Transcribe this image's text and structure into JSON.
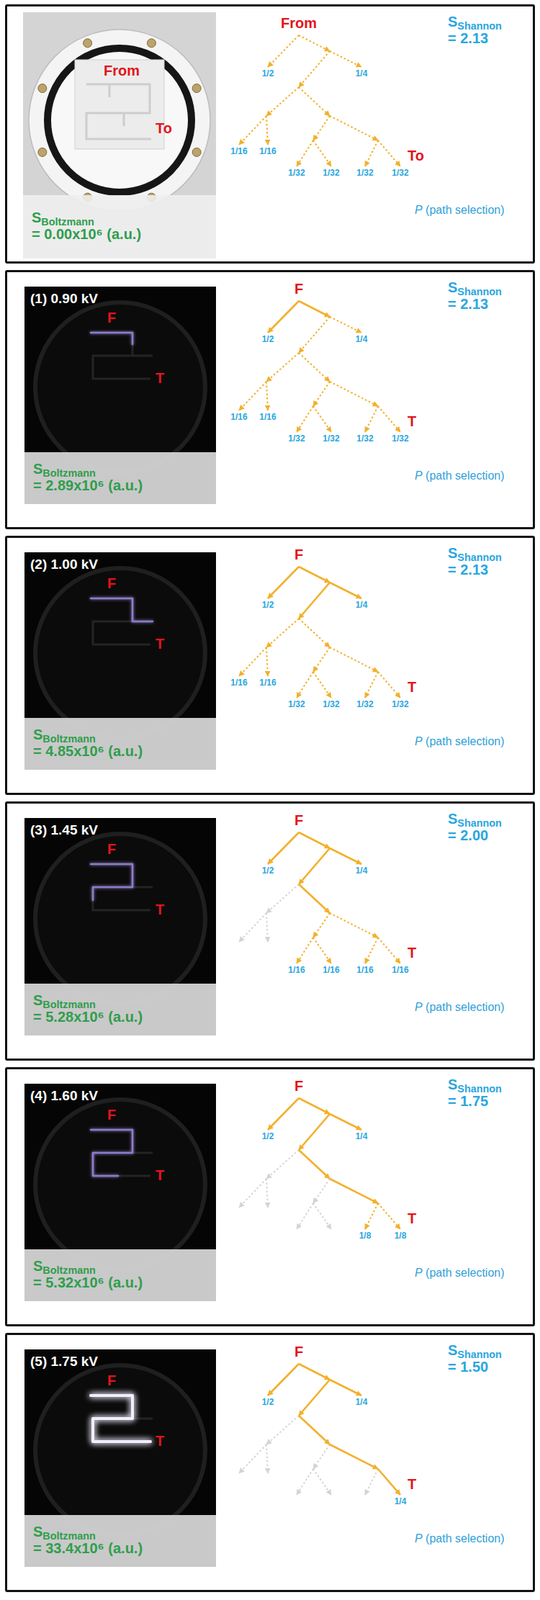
{
  "diagram": {
    "nodes": [
      {
        "text": [
          "From",
          "SShannon = 2.13",
          "1/2",
          "1/4",
          "1/16",
          "1/16",
          "1/32",
          "1/32",
          "1/32",
          "1/32",
          "To",
          "P (path selection)"
        ]
      },
      {
        "text": [
          "From",
          "To"
        ],
        "in": 0
      },
      {
        "text": [
          "SBoltzmann = 0.00x10⁶ (a.u.)"
        ],
        "in": 1
      },
      {
        "text": [
          "F",
          "SShannon = 2.13",
          "1/2",
          "1/4",
          "1/16",
          "1/16",
          "1/32",
          "1/32",
          "1/32",
          "1/32",
          "T",
          "P (path selection)"
        ]
      },
      {
        "text": [
          "(1) 0.90 kV",
          "F",
          "T"
        ],
        "in": 3
      },
      {
        "text": [
          "SBoltzmann = 2.89x10⁶ (a.u.)"
        ],
        "in": 4
      },
      {
        "text": [
          "F",
          "SShannon = 2.13",
          "1/2",
          "1/4",
          "1/16",
          "1/16",
          "1/32",
          "1/32",
          "1/32",
          "1/32",
          "T",
          "P (path selection)"
        ]
      },
      {
        "text": [
          "(2) 1.00 kV",
          "F",
          "T"
        ],
        "in": 6
      },
      {
        "text": [
          "SBoltzmann = 4.85x10⁶ (a.u.)"
        ],
        "in": 7
      },
      {
        "text": [
          "F",
          "SShannon = 2.00",
          "1/2",
          "1/4",
          "1/16",
          "1/16",
          "1/16",
          "1/16",
          "T",
          "P (path selection)"
        ]
      },
      {
        "text": [
          "(3) 1.45 kV",
          "F",
          "T"
        ],
        "in": 9
      },
      {
        "text": [
          "SBoltzmann = 5.28x10⁶ (a.u.)"
        ],
        "in": 10
      },
      {
        "text": [
          "F",
          "SShannon = 1.75",
          "1/2",
          "1/4",
          "1/8",
          "1/8",
          "T",
          "P (path selection)"
        ]
      },
      {
        "text": [
          "(4) 1.60 kV",
          "F",
          "T"
        ],
        "in": 12
      },
      {
        "text": [
          "SBoltzmann = 5.32x10⁶ (a.u.)"
        ],
        "in": 13
      },
      {
        "text": [
          "F",
          "SShannon = 1.50",
          "1/2",
          "1/4",
          "1/4",
          "T",
          "P (path selection)"
        ]
      },
      {
        "text": [
          "(5) 1.75 kV",
          "F",
          "T"
        ],
        "in": 15
      },
      {
        "text": [
          "SBoltzmann = 33.4x10⁶ (a.u.)"
        ],
        "in": 16
      }
    ]
  }
}
